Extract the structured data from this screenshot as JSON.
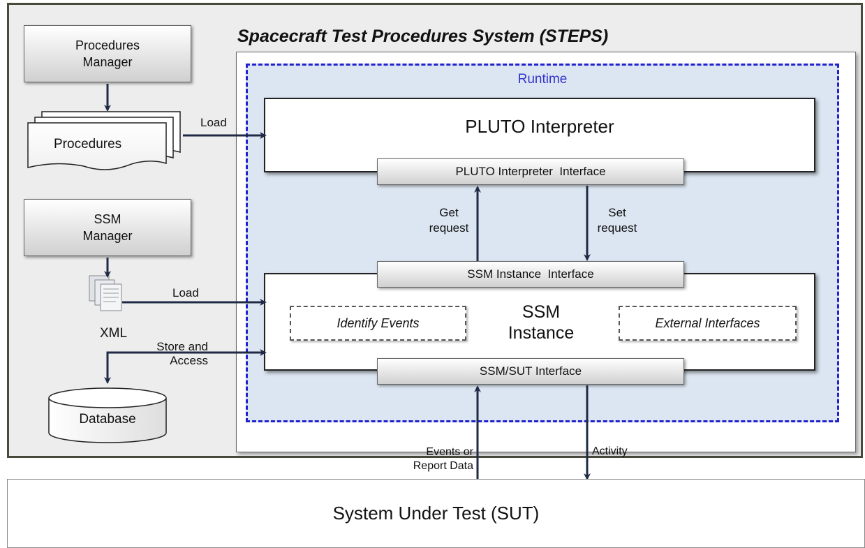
{
  "diagram": {
    "title": "Spacecraft Test Procedures System (STEPS)",
    "runtime_label": "Runtime",
    "pluto_interpreter": "PLUTO Interpreter",
    "pluto_interpreter_interface": "PLUTO Interpreter  Interface",
    "get_request": [
      "Get",
      "request"
    ],
    "set_request": [
      "Set",
      "request"
    ],
    "ssm_instance_interface": "SSM Instance  Interface",
    "ssm_instance": [
      "SSM",
      "Instance"
    ],
    "identify_events": "Identify Events",
    "external_interfaces": "External Interfaces",
    "ssm_sut_interface": "SSM/SUT Interface",
    "procedures_manager": [
      "Procedures",
      "Manager"
    ],
    "procedures": "Procedures",
    "load_procedures": "Load",
    "ssm_manager": [
      "SSM",
      "Manager"
    ],
    "xml": "XML",
    "load_xml": "Load",
    "store_and_access": [
      "Store and",
      "Access"
    ],
    "database": "Database",
    "events_or_report_data": [
      "Events or",
      "Report Data"
    ],
    "activity": "Activity",
    "system_under_test": "System Under Test (SUT)"
  }
}
